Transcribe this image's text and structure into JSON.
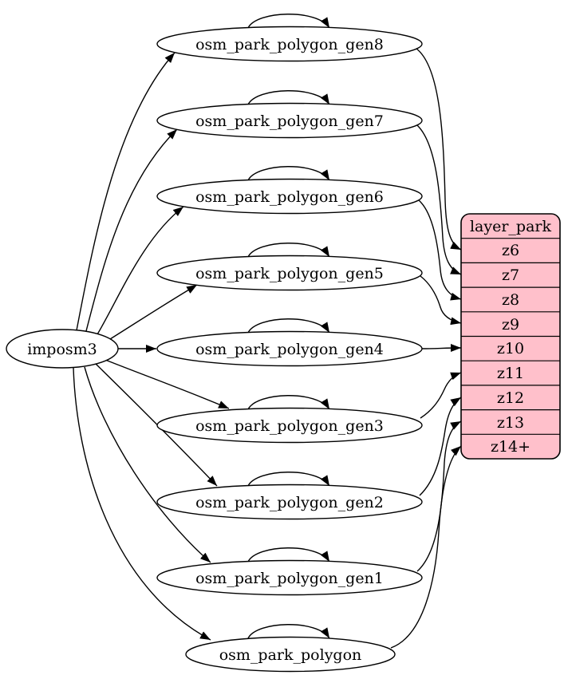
{
  "diagram": {
    "type": "graphviz-digraph",
    "background_color": "#ffffff",
    "edge_color": "#000000",
    "imposm_node": {
      "label": "imposm3",
      "fill": "#ffffff",
      "stroke": "#000000"
    },
    "table_nodes": [
      {
        "label": "osm_park_polygon_gen8"
      },
      {
        "label": "osm_park_polygon_gen7"
      },
      {
        "label": "osm_park_polygon_gen6"
      },
      {
        "label": "osm_park_polygon_gen5"
      },
      {
        "label": "osm_park_polygon_gen4"
      },
      {
        "label": "osm_park_polygon_gen3"
      },
      {
        "label": "osm_park_polygon_gen2"
      },
      {
        "label": "osm_park_polygon_gen1"
      },
      {
        "label": "osm_park_polygon"
      }
    ],
    "layer_node": {
      "header": "layer_park",
      "rows": [
        "z6",
        "z7",
        "z8",
        "z9",
        "z10",
        "z11",
        "z12",
        "z13",
        "z14+"
      ],
      "fill": "#ffc0cb",
      "stroke": "#000000"
    },
    "edges": [
      {
        "from": "imposm3",
        "to": "osm_park_polygon_gen8"
      },
      {
        "from": "imposm3",
        "to": "osm_park_polygon_gen7"
      },
      {
        "from": "imposm3",
        "to": "osm_park_polygon_gen6"
      },
      {
        "from": "imposm3",
        "to": "osm_park_polygon_gen5"
      },
      {
        "from": "imposm3",
        "to": "osm_park_polygon_gen4"
      },
      {
        "from": "imposm3",
        "to": "osm_park_polygon_gen3"
      },
      {
        "from": "imposm3",
        "to": "osm_park_polygon_gen2"
      },
      {
        "from": "imposm3",
        "to": "osm_park_polygon_gen1"
      },
      {
        "from": "imposm3",
        "to": "osm_park_polygon"
      },
      {
        "from": "osm_park_polygon_gen8",
        "to": "osm_park_polygon_gen8"
      },
      {
        "from": "osm_park_polygon_gen7",
        "to": "osm_park_polygon_gen7"
      },
      {
        "from": "osm_park_polygon_gen6",
        "to": "osm_park_polygon_gen6"
      },
      {
        "from": "osm_park_polygon_gen5",
        "to": "osm_park_polygon_gen5"
      },
      {
        "from": "osm_park_polygon_gen4",
        "to": "osm_park_polygon_gen4"
      },
      {
        "from": "osm_park_polygon_gen3",
        "to": "osm_park_polygon_gen3"
      },
      {
        "from": "osm_park_polygon_gen2",
        "to": "osm_park_polygon_gen2"
      },
      {
        "from": "osm_park_polygon_gen1",
        "to": "osm_park_polygon_gen1"
      },
      {
        "from": "osm_park_polygon",
        "to": "osm_park_polygon"
      },
      {
        "from": "osm_park_polygon_gen8",
        "to": "layer_park:z6"
      },
      {
        "from": "osm_park_polygon_gen7",
        "to": "layer_park:z7"
      },
      {
        "from": "osm_park_polygon_gen6",
        "to": "layer_park:z8"
      },
      {
        "from": "osm_park_polygon_gen5",
        "to": "layer_park:z9"
      },
      {
        "from": "osm_park_polygon_gen4",
        "to": "layer_park:z10"
      },
      {
        "from": "osm_park_polygon_gen3",
        "to": "layer_park:z11"
      },
      {
        "from": "osm_park_polygon_gen2",
        "to": "layer_park:z12"
      },
      {
        "from": "osm_park_polygon_gen1",
        "to": "layer_park:z13"
      },
      {
        "from": "osm_park_polygon",
        "to": "layer_park:z14+"
      }
    ]
  }
}
